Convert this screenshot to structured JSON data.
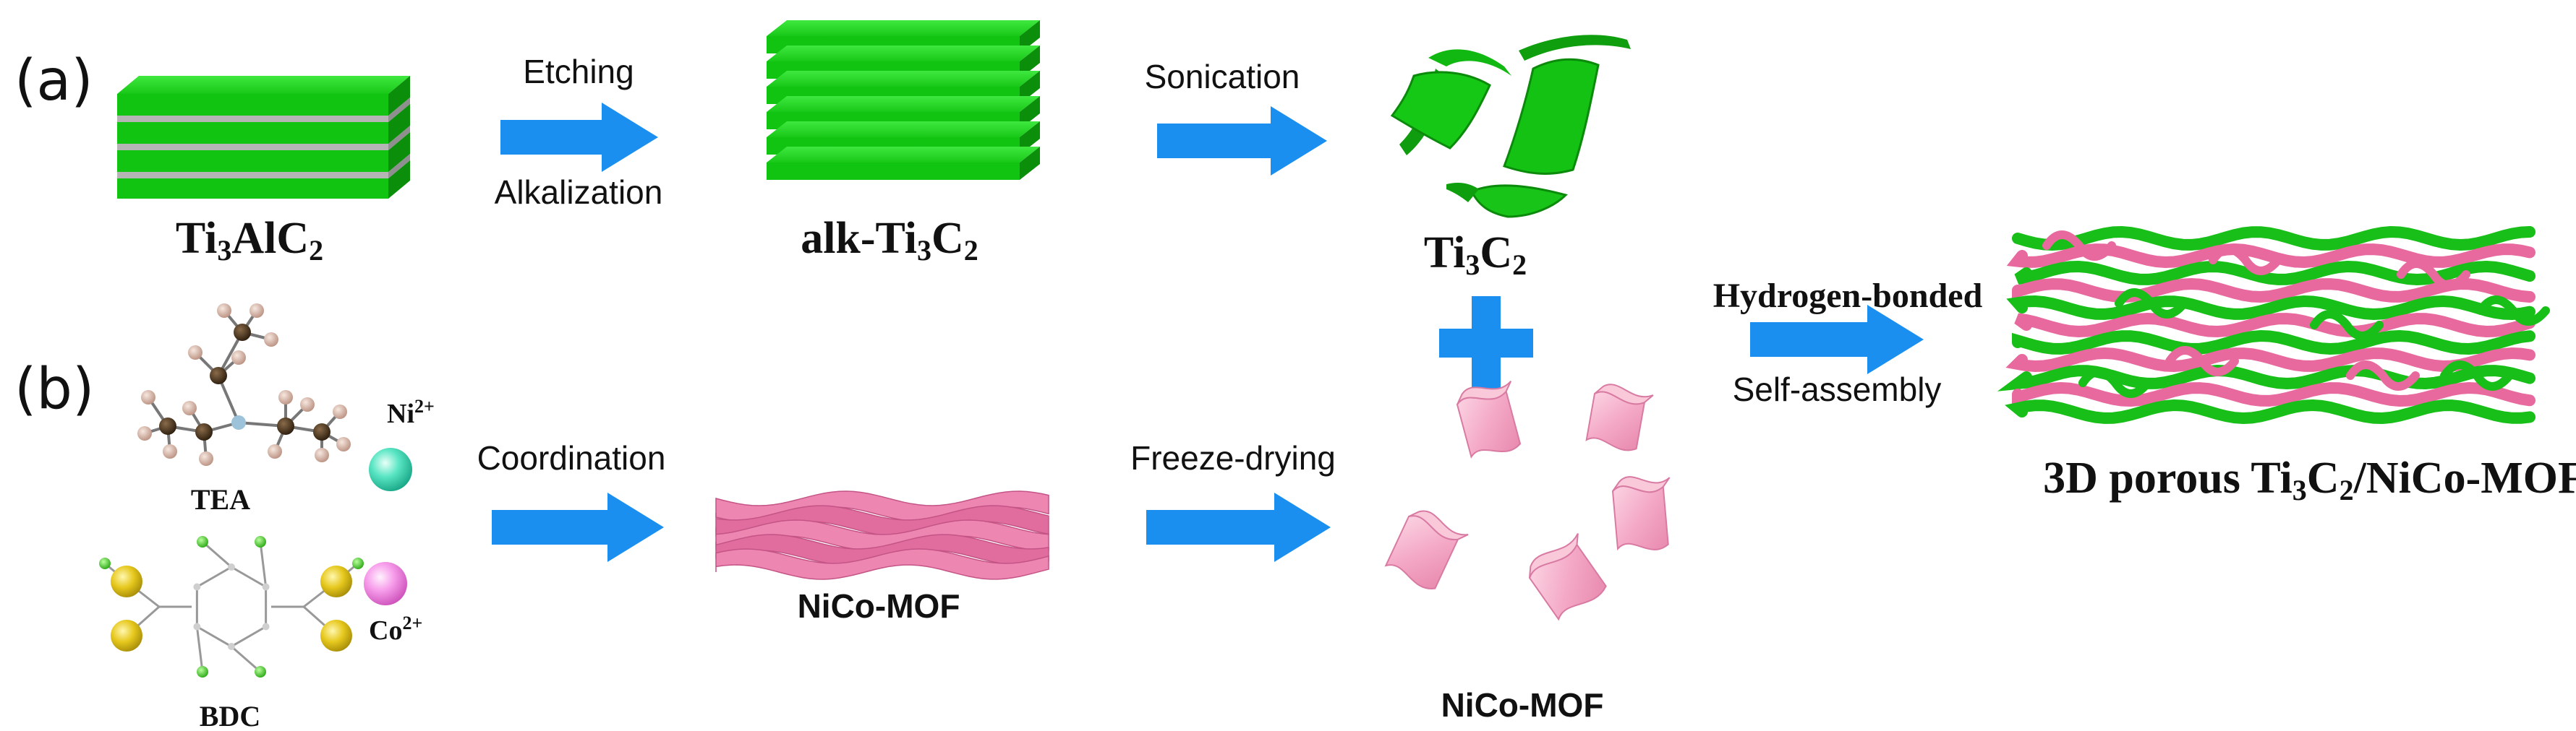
{
  "panels": {
    "a": "(a)",
    "b": "(b)"
  },
  "colors": {
    "mxene_green": "#12c412",
    "mxene_green_dark": "#0b8f0b",
    "al_layer": "#b5b5b5",
    "arrow_blue": "#1a8ff0",
    "mof_pink": "#ea77a8",
    "mof_light_pink": "#f5b6cd",
    "ni_ion": "#35d8b0",
    "co_ion": "#f58ae8",
    "carbon_atom": "#3a2a17",
    "hydrogen_atom": "#d9b6a8",
    "nitrogen_atom": "#8fb8d0",
    "oxygen_atom": "#e2c21a",
    "bdc_hydrogen": "#3fcc28"
  },
  "row_a": {
    "max_phase": {
      "label_main": "Ti",
      "label_sub1": "3",
      "label_mid": "AlC",
      "label_sub2": "2"
    },
    "step1": {
      "top": "Etching",
      "bottom": "Alkalization"
    },
    "alk_mxene": {
      "label_main": "alk-Ti",
      "label_sub1": "3",
      "label_mid": "C",
      "label_sub2": "2"
    },
    "step2": {
      "top": "Sonication"
    },
    "mxene": {
      "label_main": "Ti",
      "label_sub1": "3",
      "label_mid": "C",
      "label_sub2": "2"
    }
  },
  "row_b": {
    "tea_label": "TEA",
    "bdc_label": "BDC",
    "ni_label": "Ni",
    "ni_charge": "2+",
    "co_label": "Co",
    "co_charge": "2+",
    "step3": "Coordination",
    "mof_film_label": "NiCo-MOF",
    "step4": "Freeze-drying",
    "mof_flakes_label": "NiCo-MOF"
  },
  "assembly": {
    "step_top": "Hydrogen-bonded",
    "step_bottom": "Self-assembly",
    "product_prefix": "3D porous ",
    "product_ti": "Ti",
    "product_sub1": "3",
    "product_c": "C",
    "product_sub2": "2",
    "product_suffix": "/NiCo-MOF"
  }
}
